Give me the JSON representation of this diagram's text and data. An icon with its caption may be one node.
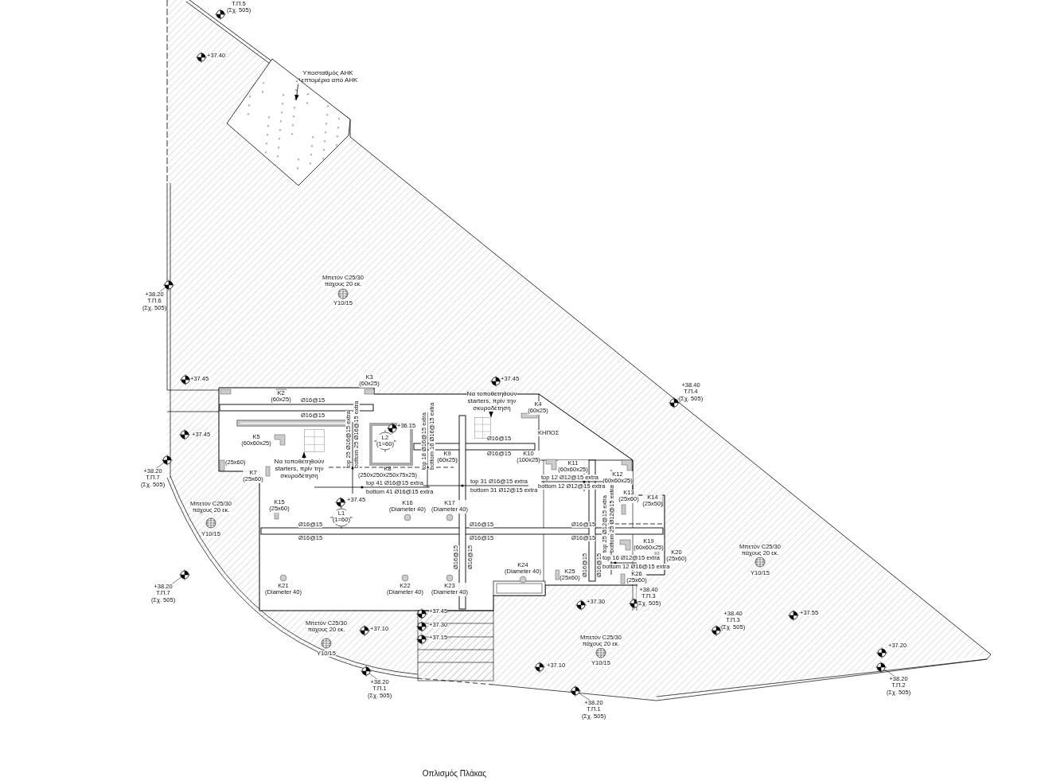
{
  "diagram": {
    "caption": "Οπλισμός Πλάκας",
    "nodes": [
      {
        "text": [
          "Υποσταθμός ΑΗΚ λεπτομέρια από ΑΗΚ"
        ]
      },
      {
        "text": [],
        "shape": "picture"
      },
      {
        "text": [
          "Να τοποθετηθούν starters, πρίν την σκυροδέτηση"
        ]
      },
      {
        "text": [],
        "shape": "box"
      },
      {
        "text": [
          "Να τοποθετηθούν starters, πρίν την σκυροδέτηση"
        ]
      },
      {
        "text": [],
        "shape": "box"
      }
    ],
    "edges": [
      {
        "from": 0,
        "to": 1,
        "arrow": "to"
      },
      {
        "from": 2,
        "to": 3,
        "arrow": "to"
      },
      {
        "from": 4,
        "to": 5,
        "arrow": "to"
      }
    ],
    "labels": [
      "Τ.Π.5 (Σχ. 505)",
      "+37.40",
      "+38.20 Τ.Π.6 (Σχ. 505)",
      "Μπετόν C25/30 πάχους 20 εκ.",
      "Υ10/15",
      "+38.40 Τ.Π.4 (Σχ. 505)",
      "+37.45",
      "+37.45",
      "K3 (60x25)",
      "K2 (60x25)",
      "Ø16@15",
      "Ø16@15",
      "K4 (60x25)",
      "+37.45",
      "K5 (60x60x25)",
      "L2 (1=60)",
      "+36.15",
      "K8 (250x250x250x75x25)",
      "Ø16@15",
      "Ø16@15",
      "ΚΗΠΟΣ",
      "K9 (60x25)",
      "K10 (100x25)",
      "K11 (60x60x25)",
      "K12 (60x60x25)",
      "+38.20 Τ.Π.7 (Σχ. 505)",
      "(25x60)",
      "K7 (25x60)",
      "top 25 Ø16@15 extra",
      "bottom 25 Ø16@15 extra",
      "top 18 Ø16@15 extra",
      "bottom 16 Ø16@15 extra",
      "top 41 Ø16@15 extra",
      "bottom 41 Ø16@15 extra",
      "top 31 Ø16@15 extra",
      "bottom 31 Ø12@15 extra",
      "top 12 Ø12@15 extra",
      "bottom 12 Ø12@15 extra",
      "K13 (25x60)",
      "K14 (25x50)",
      "top 25 Ø12@15 extra",
      "bottom 25 Ø12@15 extra",
      "Μπετόν C25/30 πάχους 20 εκ.",
      "K15 (25x60)",
      "+37.45",
      "K16 (Diameter 40)",
      "K17 (Diameter 40)",
      "L1 (1=60)",
      "Υ10/15",
      "Ø16@15",
      "Ø16@15",
      "Ø16@15",
      "Ø16@15",
      "Ø16@15",
      "Ø16@15",
      "K19 (60x60x25)",
      "Μπετόν C25/30 πάχους 20 εκ.",
      "K20 (25x60)",
      "Ø16@15",
      "Ø16@15",
      "Ø16@15",
      "Ø16@15",
      "top 16 Ø12@15 extra",
      "bottom 12 Ø16@15 extra",
      "K24 (Diameter 40)",
      "K25 (25x60)",
      "Υ10/15",
      "K26 (25x60)",
      "+38.20 Τ.Π.7 (Σχ. 505)",
      "K21 (Diameter 40)",
      "K22 (Diameter 40)",
      "K23 (Diameter 40)",
      "+38.40 Τ.Π.3 (Σχ. 505)",
      "+37.30",
      "+37.45",
      "+37.55",
      "+38.40 Τ.Π.3 (Σχ. 505)",
      "Μπετόν C25/30 πάχους 20 εκ.",
      "+37.10",
      "+37.30",
      "+37.15",
      "Μπετόν C25/30 πάχους 20 εκ.",
      "+37.20",
      "Υ10/15",
      "+37.10",
      "Υ10/15",
      "+38.20 Τ.Π.1 (Σχ. 505)",
      "+38.20 Τ.Π.2 (Σχ. 505)",
      "+38.20 Τ.Π.1 (Σχ. 505)"
    ]
  }
}
